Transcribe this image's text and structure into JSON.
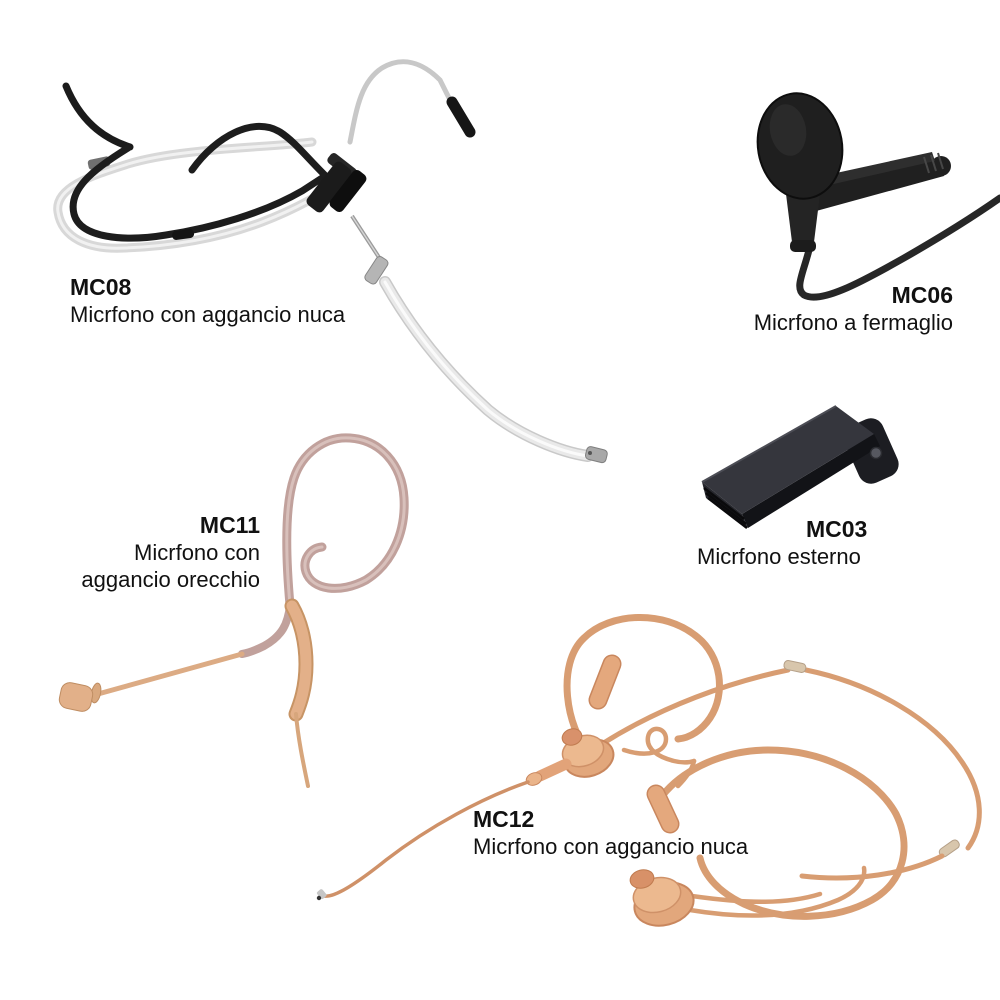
{
  "page": {
    "type": "product-catalog-page",
    "background_color": "#ffffff",
    "text_color": "#111111"
  },
  "products": [
    {
      "code": "MC08",
      "description": "Micrfono con aggancio nuca",
      "image": "black-and-clear-neckband-headset-microphone"
    },
    {
      "code": "MC06",
      "description": "Micrfono a fermaglio",
      "image": "black-lavalier-clip-microphone-with-foam-windscreen"
    },
    {
      "code": "MC11",
      "description": "Micrfono con aggancio orecchio",
      "description_lines": [
        "Micrfono con",
        "aggancio orecchio"
      ],
      "image": "beige-single-ear-hook-microphone"
    },
    {
      "code": "MC03",
      "description": "Micrfono esterno",
      "image": "black-external-microphone-module-with-clip"
    },
    {
      "code": "MC12",
      "description": "Micrfono con aggancio nuca",
      "image": "beige-dual-ear-hook-neckband-headset-microphone"
    }
  ],
  "colors": {
    "black_product": "#1e1e1e",
    "clear_tube": "#e4e4e4",
    "metal": "#a8a8a8",
    "mauve_hook": "#c1a19c",
    "beige_boom": "#e0ac83",
    "peach_wire": "#d89d72",
    "peach_disc": "#e2a77c",
    "connector_sleeve": "#d8c6ac"
  }
}
